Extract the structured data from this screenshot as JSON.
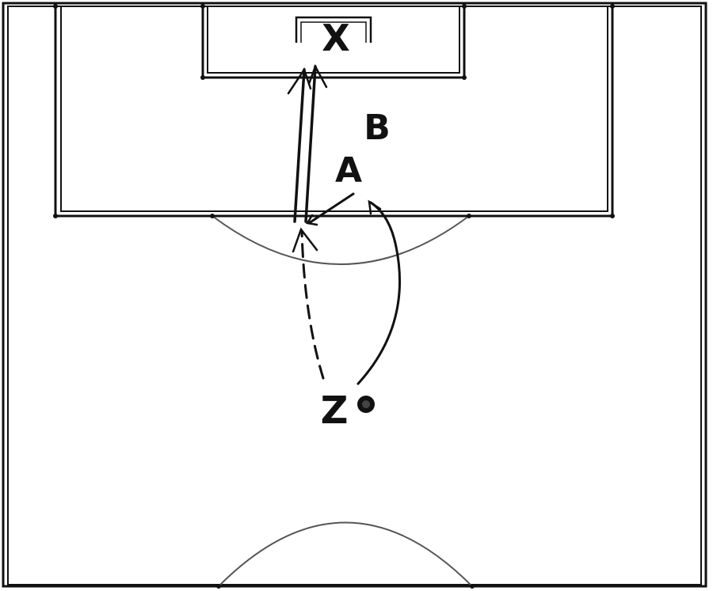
{
  "diagram": {
    "labels": {
      "goal": "X",
      "player_b": "B",
      "player_a": "A",
      "player_z": "Z"
    },
    "icons": {
      "ball": "ball-icon"
    },
    "colors": {
      "line": "#111111",
      "thin_line": "#555555",
      "background": "#ffffff"
    }
  }
}
